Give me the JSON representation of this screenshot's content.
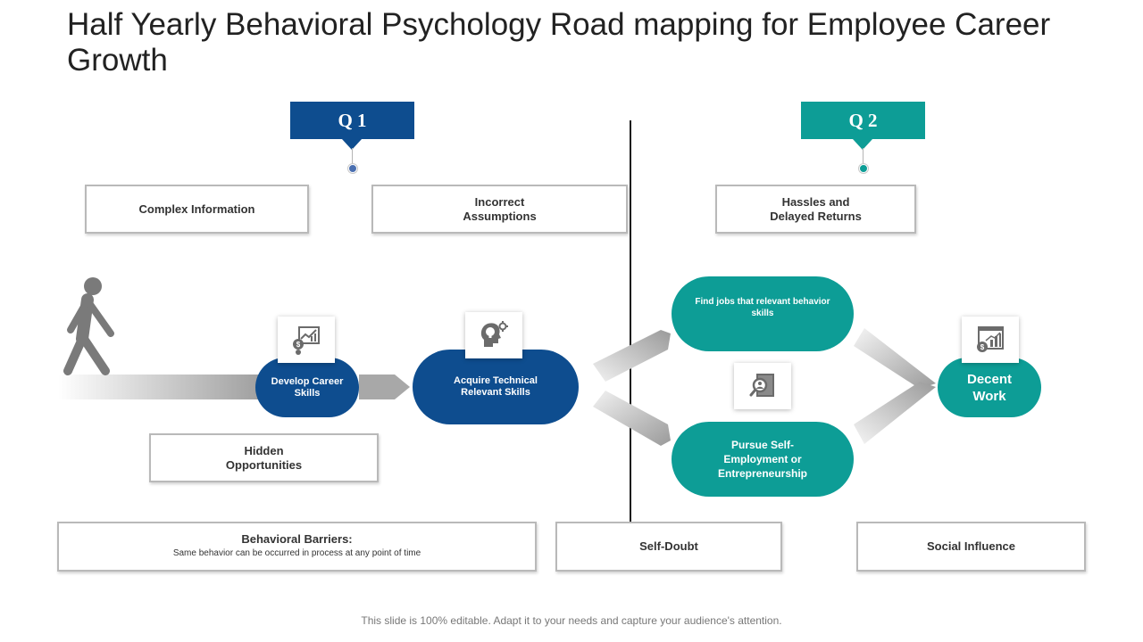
{
  "title": "Half Yearly Behavioral Psychology  Road mapping for Employee Career Growth",
  "quarters": [
    {
      "label": "Q 1",
      "color": "#0e4d8f"
    },
    {
      "label": "Q 2",
      "color": "#0d9d96"
    }
  ],
  "barriers_top": [
    {
      "text": "Complex Information"
    },
    {
      "text": "Incorrect\nAssumptions"
    },
    {
      "text": "Hassles  and\nDelayed Returns"
    }
  ],
  "barrier_hidden": "Hidden\nOpportunities",
  "bottom_boxes": {
    "behavioral_title": "Behavioral Barriers:",
    "behavioral_sub": "Same behavior can be occurred in process at any point of time",
    "self_doubt": "Self-Doubt",
    "social_influence": "Social Influence"
  },
  "steps": {
    "develop": "Develop Career\nSkills",
    "acquire": "Acquire Technical\nRelevant Skills",
    "find_jobs": "Find jobs that relevant behavior\nskills",
    "pursue": "Pursue  Self-\nEmployment or\nEntrepreneurship",
    "decent": "Decent\nWork"
  },
  "icons": {
    "develop": "dollar-chart-person-icon",
    "acquire": "head-lightbulb-icon",
    "find_jobs": "search-person-document-icon",
    "decent": "dollar-growth-chart-icon",
    "walker": "walking-person-icon"
  },
  "colors": {
    "navy": "#0e4d8f",
    "teal": "#0d9d96",
    "arrow_gray": "#a8a8a8"
  },
  "footer": "This slide is 100% editable. Adapt it to your needs and capture your audience's attention."
}
